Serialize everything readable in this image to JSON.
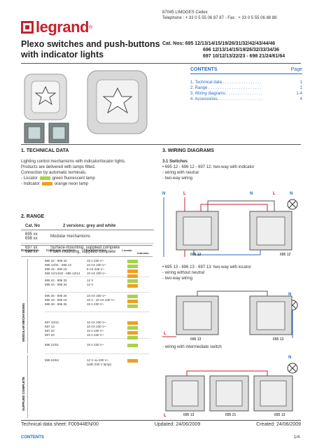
{
  "brand": {
    "name": "legrand",
    "reg": "®"
  },
  "address": {
    "line1": "87045 LIMOGES Cedex",
    "line2": "Telephone : + 33 0 5 55 06 87 87 - Fax : + 33  0 5 55 06 88 88"
  },
  "title": {
    "line1": "Plexo switches and push-buttons",
    "line2": "with indicator lights"
  },
  "catnos": {
    "line1": "Cat. Nos: 695 12/13/14/15/19/26/31/32/42/43/44/46",
    "line2": "696 12/13/14/15/19/26/32/33/34/36",
    "line3": "697 10/12/13/22/23 - 698 21/24/61/64"
  },
  "contents": {
    "heading": "CONTENTS",
    "page": "Page",
    "items": [
      {
        "label": "1. Technical data",
        "dots": " . . . . . . . . . . . . . . . . . ",
        "page": "1"
      },
      {
        "label": "2. Range",
        "dots": " . . . . . . . . . . . . . . . . . . . . . . . ",
        "page": "1"
      },
      {
        "label": "3. Wiring diagrams",
        "dots": " . . . . . . . . . . . . . . . . ",
        "page": "1-4"
      },
      {
        "label": "4. Accessories",
        "dots": ". . . . . . . . . . . . . . . . . . . . ",
        "page": "4"
      }
    ]
  },
  "tech": {
    "heading": "1. TECHNICAL DATA",
    "p1": "Lighting control mechanisms with indicator/locator lights.",
    "p2": "Products are delivered with lamps fitted.",
    "p3": "Connection by automatic terminals.",
    "locator_label": "- Locator",
    "locator_desc": "green fluorescent lamp",
    "indicator_label": "- Indicator",
    "indicator_desc": "orange neon lamp"
  },
  "range": {
    "heading": "2. RANGE",
    "col1": "Cat. No",
    "col2": "2 versions: grey and white",
    "rows": [
      {
        "a": "695 xx",
        "b": "698 xx",
        "desc": "Modular mechanisms",
        "desc2": ""
      },
      {
        "a": "697 xx",
        "b": "698 xx",
        "desc": "Surface-mounting, supplied complete",
        "desc2": "Flush-mounting, supplied complete"
      }
    ]
  },
  "table": {
    "h_designation": "Designation",
    "h_catalogue": "Catalogue numbers",
    "h_characteristics": "Characteristics",
    "h_locator": "Locator",
    "h_indicator": "Indicator",
    "side1": "MODULAR MECHANISMS",
    "side2": "SUPPLIED COMPLETE",
    "groups": [
      {
        "cats": [
          "695 42 - 695 32",
          "695 13/31 - 696 13",
          "695 15 - 696 15",
          "695 12/14/32 - 696 12/14"
        ],
        "chars": [
          "10 A 230 V~",
          "10 AX 230 V~",
          "6 AX 230 V~",
          "10 AX 230 V~"
        ]
      },
      {
        "cats": [
          "695 43 - 696 33",
          "695 44 - 696 34"
        ],
        "chars": [
          "12 V",
          "12 V"
        ]
      },
      {
        "cats": [
          "695 26 - 696 26",
          "695 19 - 696 19",
          "695 46 - 696 36"
        ],
        "chars": [
          "10 AX 230 V~",
          "10 A - 10 AX 230 V~",
          "10 A 230 V~"
        ]
      },
      {
        "cats": [
          "697 10/12",
          "697 13",
          "697 22",
          "697 23"
        ],
        "chars": [
          "10 AX 230 V~",
          "10 AX 230 V~",
          "10 A 230 V~",
          "10 A 230 V~"
        ]
      },
      {
        "cats": [
          "698 21/61"
        ],
        "chars": [
          "10 A 230 V~"
        ]
      },
      {
        "cats": [
          "698 24/64"
        ],
        "chars": [
          "12 V ou 230 V~",
          "(with 230 V lamp)"
        ]
      }
    ]
  },
  "wiring": {
    "heading": "3. WIRING DIAGRAMS",
    "sub1": "3.1 Switches",
    "s1_line1": "• 695 12 - 696 12 - 697 12: two-way with indicator",
    "s1_line2": "- wiring with neutral",
    "s1_line3": "- two-way wiring",
    "s2_line1": "• 695 13 - 696 13 - 697 13: two-way with locator",
    "s2_line2": "- wiring without neutral",
    "s2_line3": "- two-way wiring",
    "s3_line1": "- wiring with intermediate switch",
    "label_n": "N",
    "label_l": "L",
    "d1_left": "695 12",
    "d1_right": "695 12",
    "d2_left": "695 13",
    "d2_right": "695 13",
    "d3_left": "695 13",
    "d3_mid": "695 21",
    "d3_right": "695 13"
  },
  "footer": {
    "sheet": "Technical data sheet: F00944EN/00",
    "updated": "Updated: 24/06/2009",
    "created": "Created: 24/06/2009",
    "contents_link": "CONTENTS",
    "page": "1/4"
  },
  "colors": {
    "brand_red": "#c8202e",
    "accent_blue": "#2a6bc0",
    "locator_green": "#a8d24a",
    "indicator_orange": "#f0a020"
  }
}
